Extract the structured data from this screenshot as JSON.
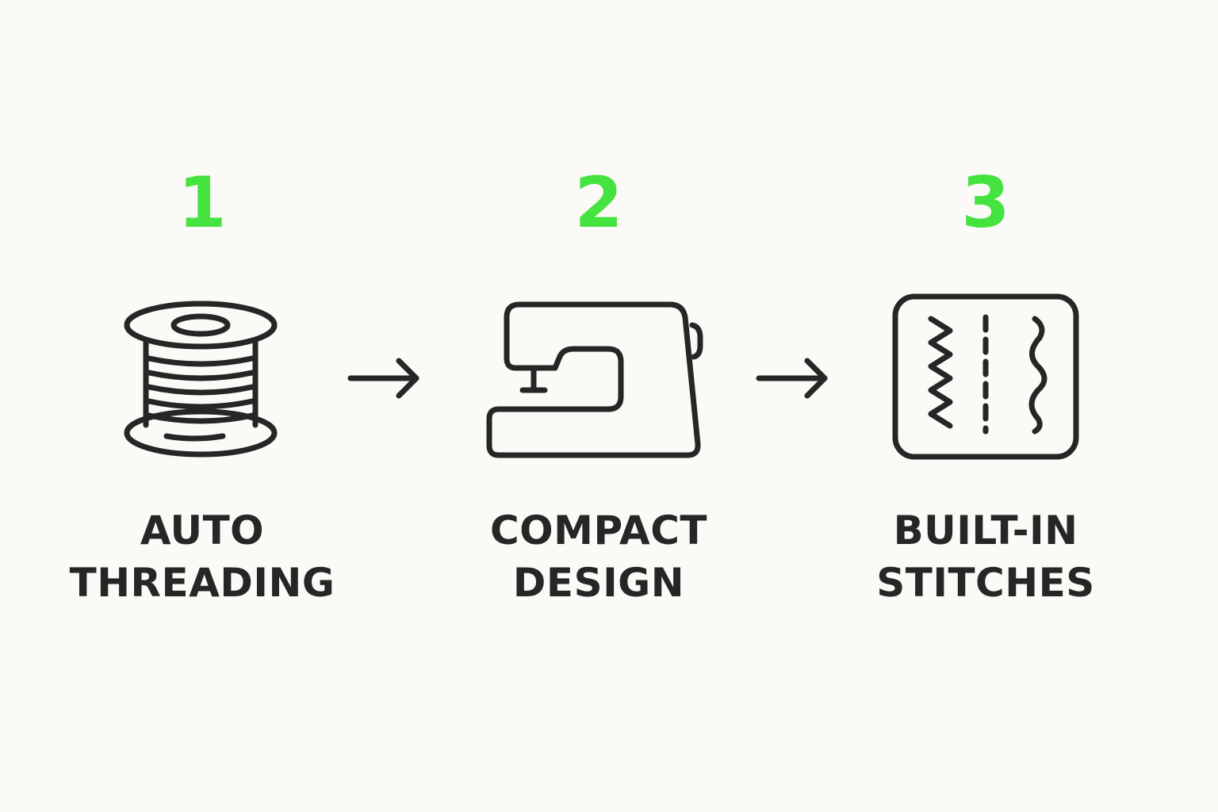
{
  "steps": [
    {
      "number": "1",
      "icon": "thread-spool-icon",
      "label_lines": [
        "AUTO",
        "THREADING"
      ]
    },
    {
      "number": "2",
      "icon": "sewing-machine-icon",
      "label_lines": [
        "COMPACT",
        "DESIGN"
      ]
    },
    {
      "number": "3",
      "icon": "stitch-patterns-icon",
      "label_lines": [
        "BUILT-IN",
        "STITCHES"
      ]
    }
  ],
  "connectors": [
    "arrow-right-icon",
    "arrow-right-icon"
  ],
  "colors": {
    "background": "#fbfaf6",
    "number": "#44e33f",
    "ink": "#262626"
  }
}
